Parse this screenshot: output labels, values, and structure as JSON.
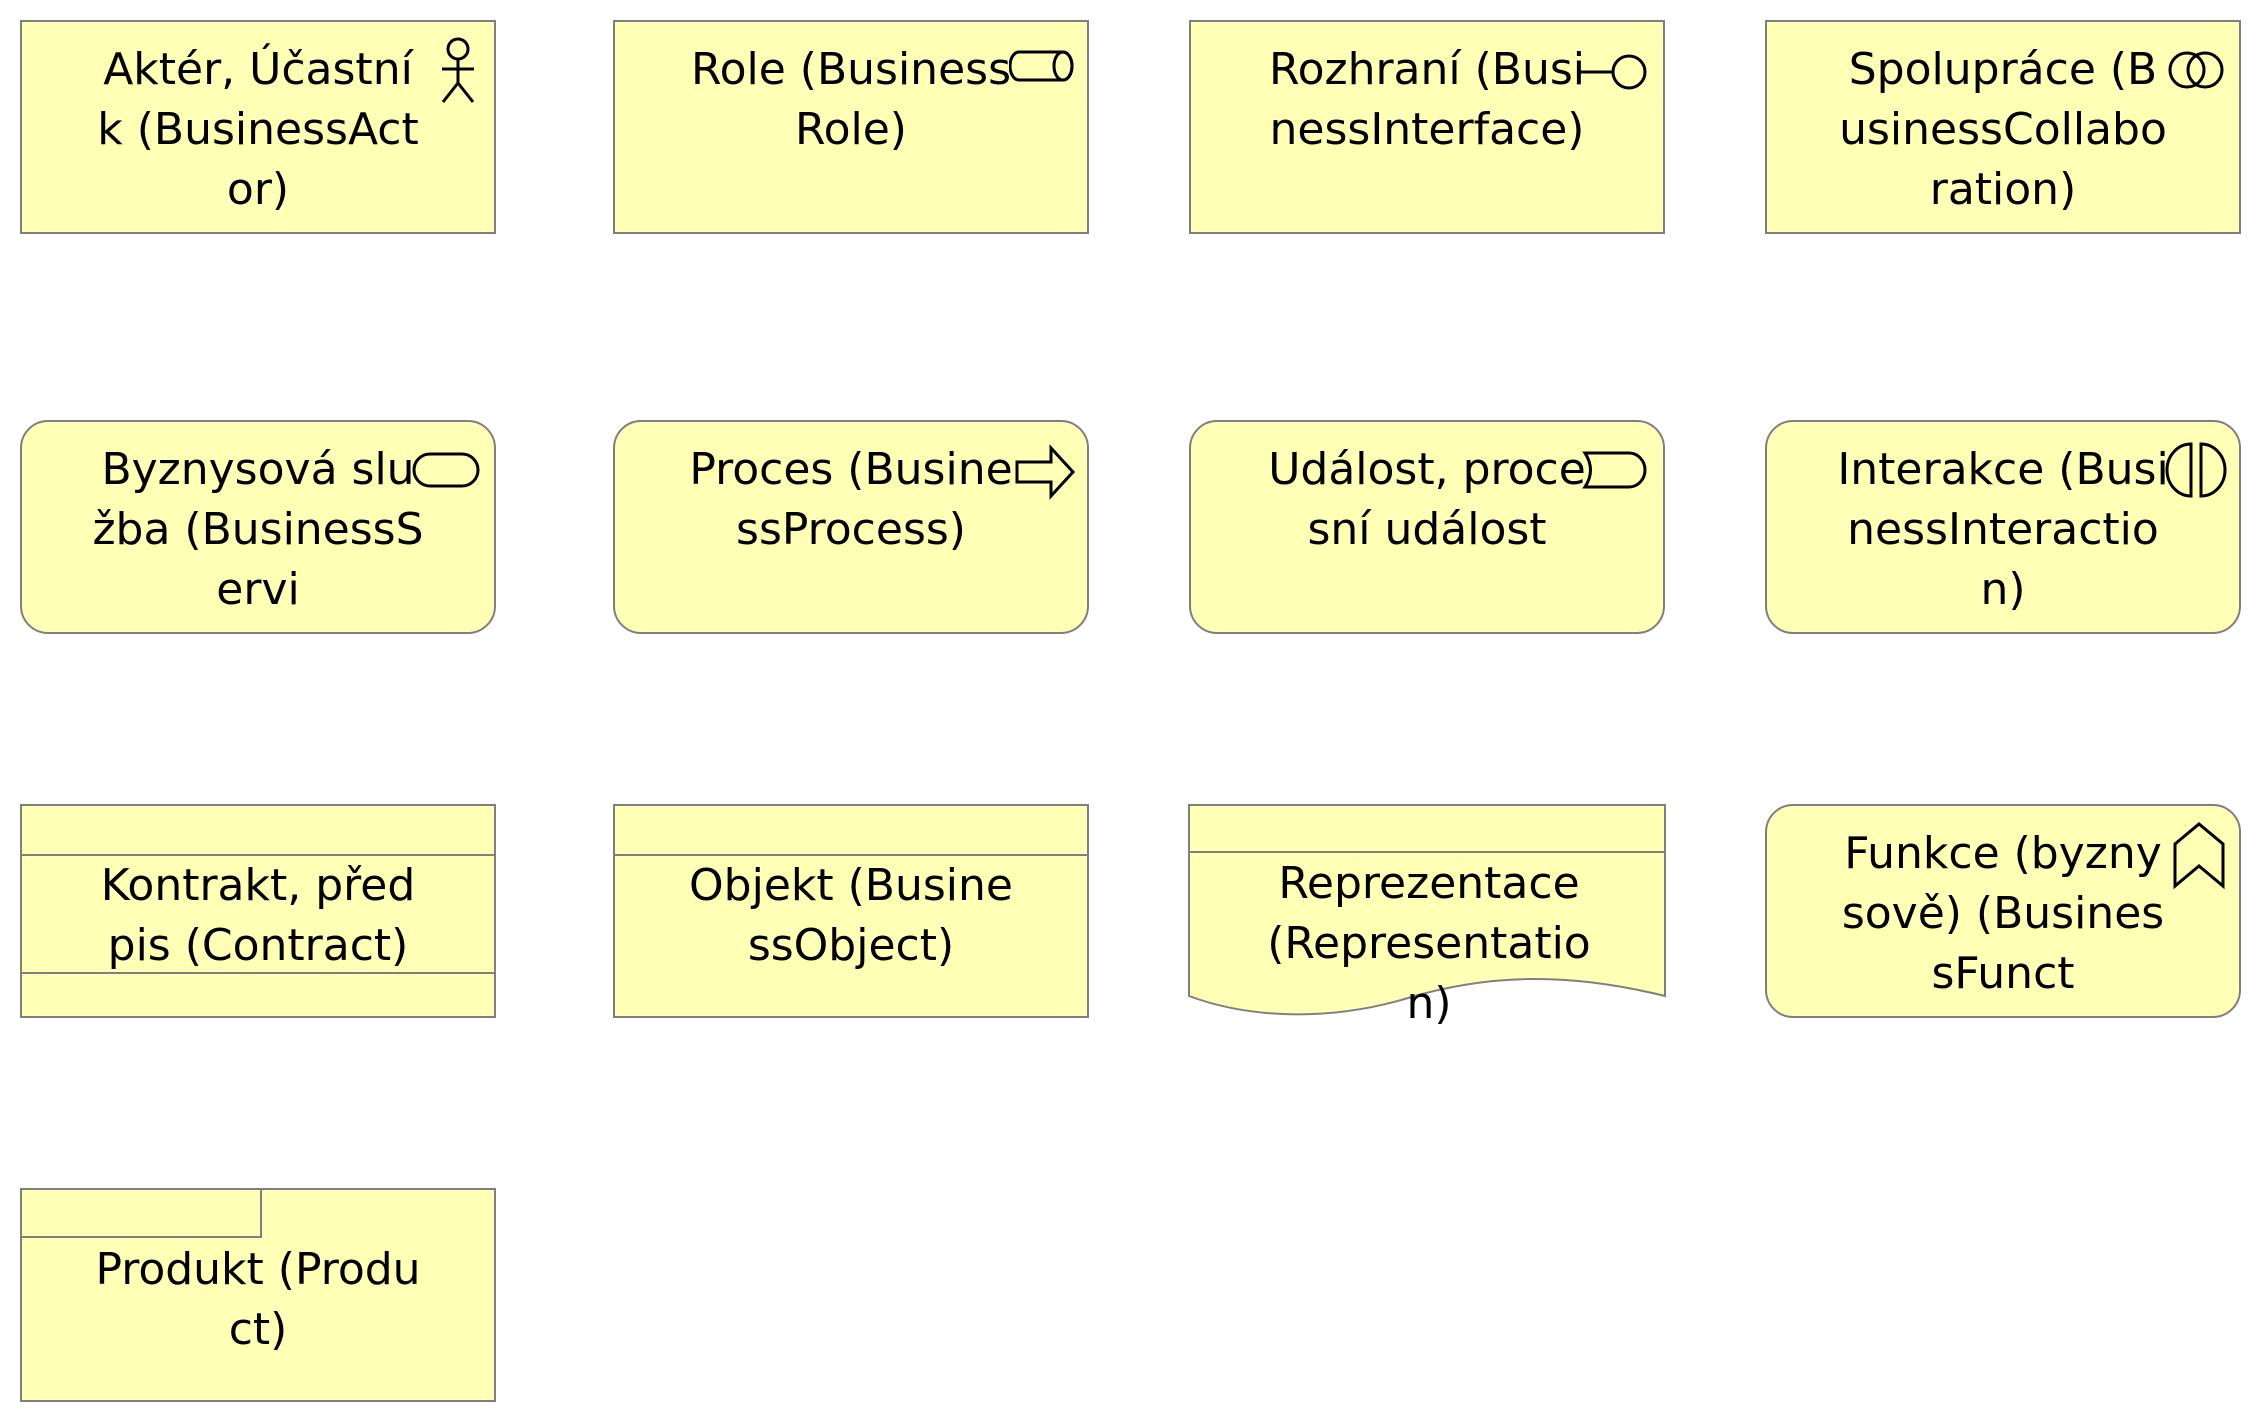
{
  "fill_color": "#ffffb5",
  "border_color": "#7f7f7f",
  "elements": [
    {
      "label": "Aktér, Účastník (BusinessActor)",
      "icon": "actor-icon"
    },
    {
      "label": "Role (BusinessRole)",
      "icon": "role-icon"
    },
    {
      "label": "Rozhraní (BusinessInterface)",
      "icon": "interface-icon"
    },
    {
      "label": "Spolupráce (BusinessCollaboration)",
      "icon": "collaboration-icon"
    },
    {
      "label": "Byznysová služba (BusinessServi",
      "icon": "service-icon"
    },
    {
      "label": "Proces (BusinessProcess)",
      "icon": "process-arrow-icon"
    },
    {
      "label": "Událost, procesní událost",
      "icon": "event-icon"
    },
    {
      "label": "Interakce (BusinessInteraction)",
      "icon": "interaction-icon"
    },
    {
      "label": "Kontrakt, předpis (Contract)",
      "icon": ""
    },
    {
      "label": "Objekt (BusinessObject)",
      "icon": ""
    },
    {
      "label": "Reprezentace (Representation)",
      "icon": ""
    },
    {
      "label": "Funkce (byznysově) (BusinessFunct",
      "icon": "function-icon"
    },
    {
      "label": "Produkt (Product)",
      "icon": ""
    }
  ]
}
